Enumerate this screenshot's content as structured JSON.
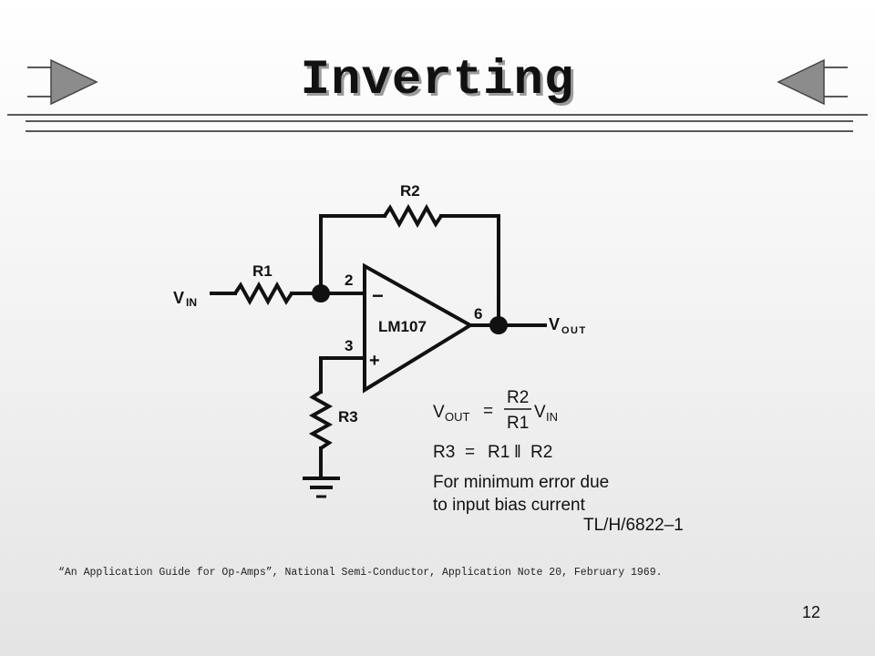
{
  "slide": {
    "title": "Inverting",
    "page_number": "12",
    "footnote": "“An Application Guide for Op-Amps”, National Semi-Conductor, Application Note 20, February 1969."
  },
  "nav": {
    "prev_icon": "triangle-right-arrow-icon",
    "next_icon": "triangle-left-arrow-icon",
    "arrow_color": "#8c8c8c"
  },
  "circuit": {
    "opamp_label": "LM107",
    "inverting_pin": "2",
    "noninverting_pin": "3",
    "output_pin": "6",
    "minus_sign": "−",
    "plus_sign": "+",
    "r1_label": "R1",
    "r2_label": "R2",
    "r3_label": "R3",
    "vin_label": "V",
    "vin_sub": "IN",
    "vout_label": "V",
    "vout_sub": "OUT",
    "ground_icon": "ground-symbol-icon"
  },
  "notes": {
    "eq1_lhs": "V",
    "eq1_lhs_sub": "OUT",
    "eq1_equals": "=",
    "eq1_num": "R2",
    "eq1_den": "R1",
    "eq1_rhs": "V",
    "eq1_rhs_sub": "IN",
    "eq2_lhs": "R3",
    "eq2_equals": "=",
    "eq2_a": "R1",
    "eq2_parallel": "‖",
    "eq2_b": "R2",
    "note_line1": "For minimum error due",
    "note_line2": "to input bias current",
    "figure_id": "TL/H/6822–1"
  }
}
